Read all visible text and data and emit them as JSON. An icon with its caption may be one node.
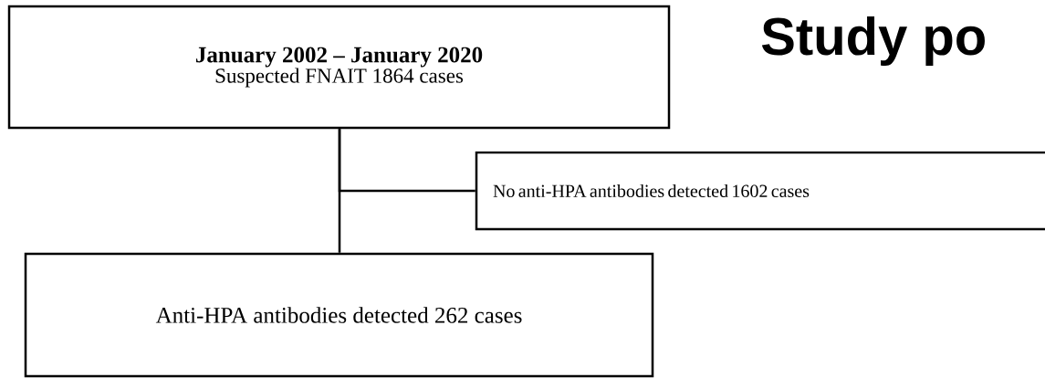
{
  "diagram": {
    "title": "Study po",
    "nodes": [
      {
        "text": [
          "January 2002 – January 2020",
          "Suspected FNAIT 1864 cases"
        ]
      },
      {
        "text": [
          "No anti-HPA antibodies detected 1602 cases"
        ]
      },
      {
        "text": [
          "Anti-HPA antibodies detected 262 cases"
        ]
      }
    ],
    "edges": [
      {
        "from": 0,
        "to": 2,
        "arrow": "none"
      },
      {
        "from": 0,
        "to": 1,
        "arrow": "none"
      }
    ]
  }
}
